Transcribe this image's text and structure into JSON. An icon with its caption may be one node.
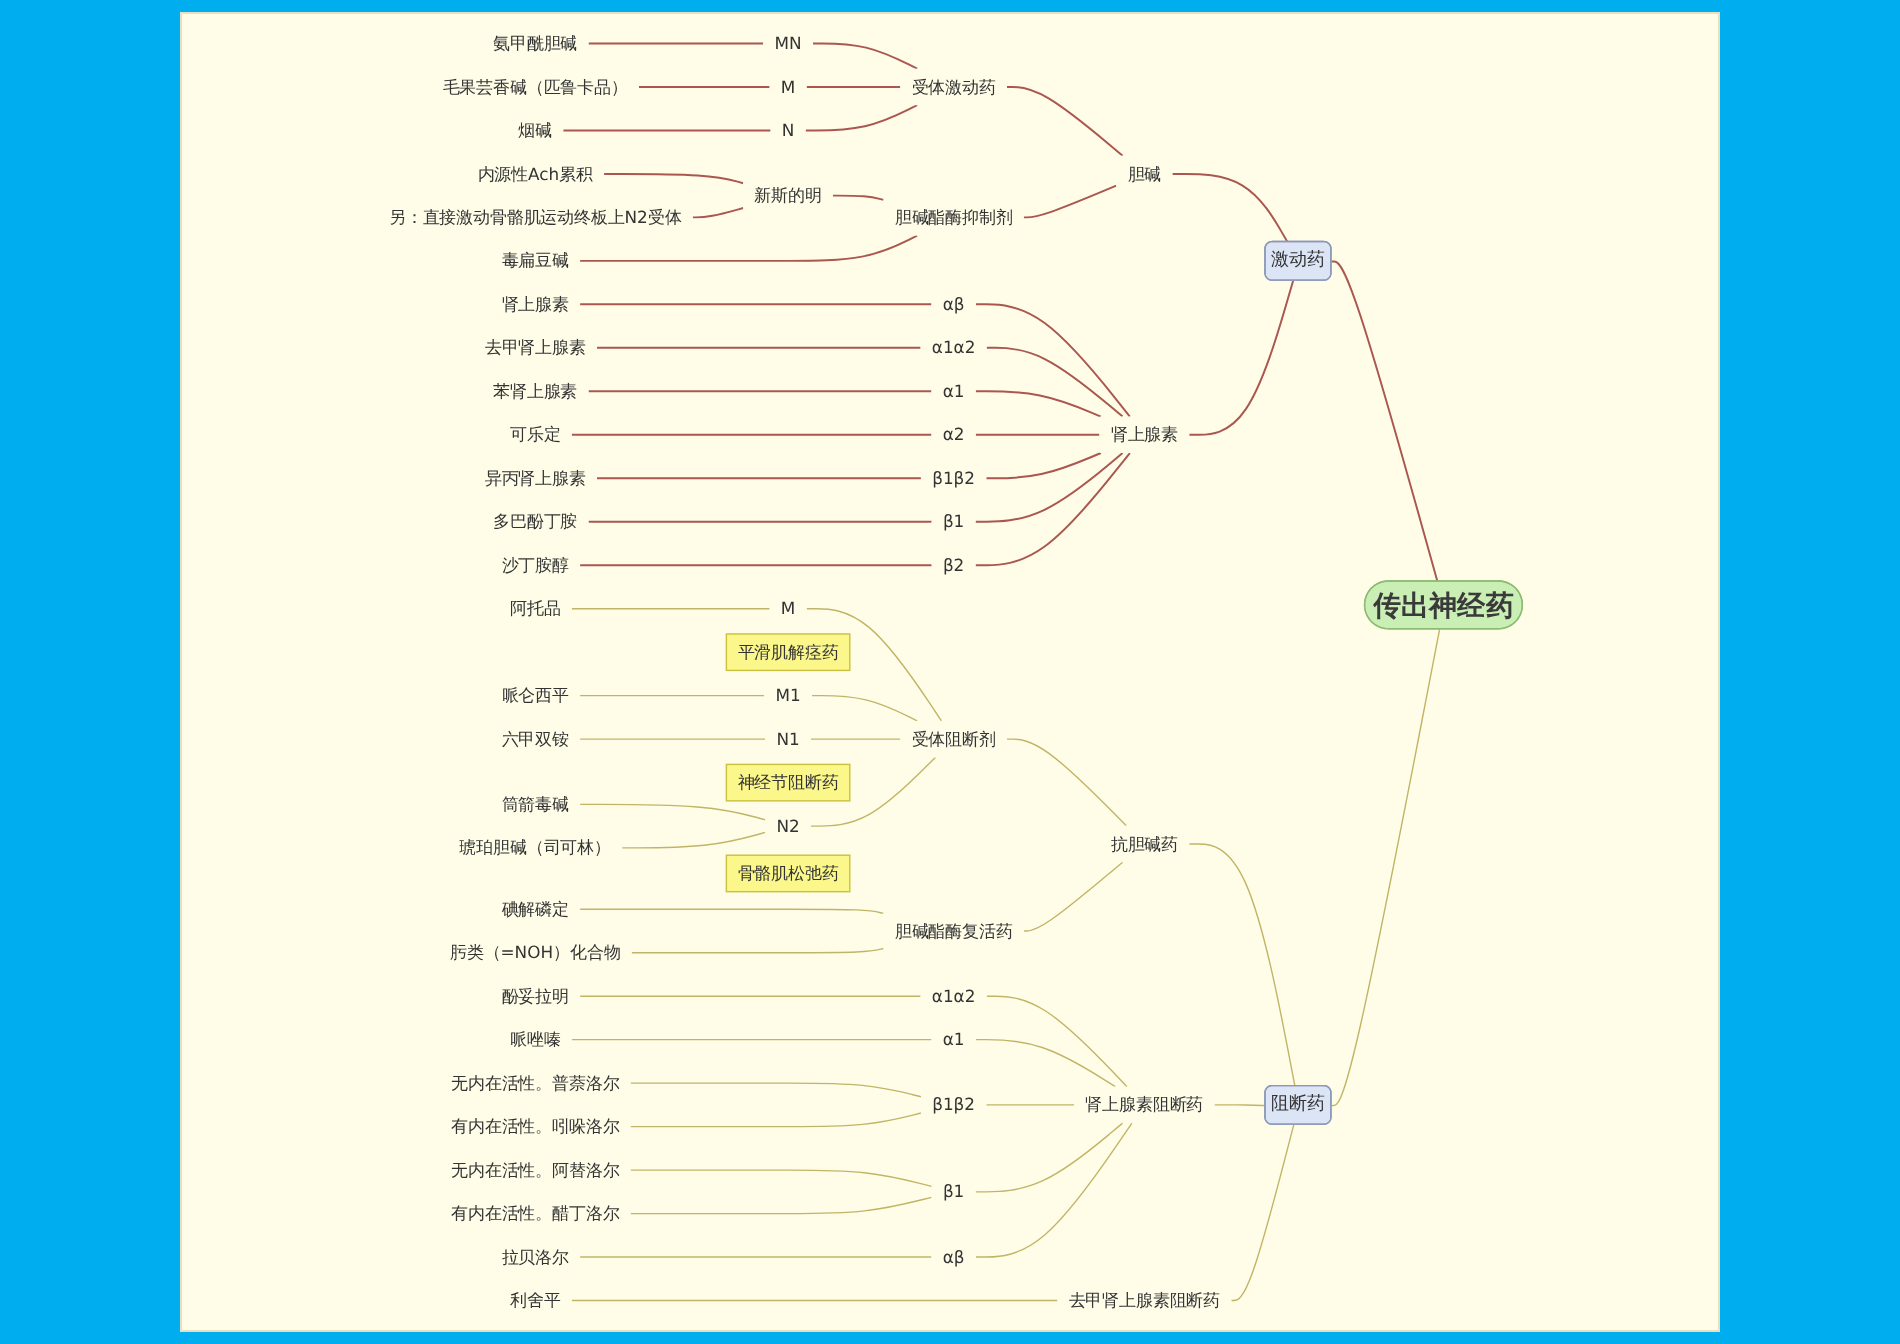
{
  "diagram": {
    "nodes": [
      {
        "text": [
          "传出神经药"
        ]
      },
      {
        "text": [
          "激动药"
        ]
      },
      {
        "text": [
          "胆碱"
        ]
      },
      {
        "text": [
          "受体激动药"
        ]
      },
      {
        "text": [
          "MN"
        ]
      },
      {
        "text": [
          "氨甲酰胆碱"
        ]
      },
      {
        "text": [
          "M"
        ]
      },
      {
        "text": [
          "毛果芸香碱（匹鲁卡品）"
        ]
      },
      {
        "text": [
          "N"
        ]
      },
      {
        "text": [
          "烟碱"
        ]
      },
      {
        "text": [
          "胆碱酯酶抑制剂"
        ]
      },
      {
        "text": [
          "新斯的明"
        ]
      },
      {
        "text": [
          "内源性Ach累积"
        ]
      },
      {
        "text": [
          "另：直接激动骨骼肌运动终板上N2受体"
        ]
      },
      {
        "text": [
          "毒扁豆碱"
        ]
      },
      {
        "text": [
          "肾上腺素"
        ]
      },
      {
        "text": [
          "αβ"
        ]
      },
      {
        "text": [
          "肾上腺素"
        ]
      },
      {
        "text": [
          "α1α2"
        ]
      },
      {
        "text": [
          "去甲肾上腺素"
        ]
      },
      {
        "text": [
          "α1"
        ]
      },
      {
        "text": [
          "苯肾上腺素"
        ]
      },
      {
        "text": [
          "α2"
        ]
      },
      {
        "text": [
          "可乐定"
        ]
      },
      {
        "text": [
          "β1β2"
        ]
      },
      {
        "text": [
          "异丙肾上腺素"
        ]
      },
      {
        "text": [
          "β1"
        ]
      },
      {
        "text": [
          "多巴酚丁胺"
        ]
      },
      {
        "text": [
          "β2"
        ]
      },
      {
        "text": [
          "沙丁胺醇"
        ]
      },
      {
        "text": [
          "阻断药"
        ]
      },
      {
        "text": [
          "抗胆碱药"
        ]
      },
      {
        "text": [
          "受体阻断剂"
        ]
      },
      {
        "text": [
          "M"
        ],
        "beside": [
          "平滑肌解痉药"
        ]
      },
      {
        "text": [
          "阿托品"
        ]
      },
      {
        "text": [
          "M1"
        ]
      },
      {
        "text": [
          "哌仑西平"
        ]
      },
      {
        "text": [
          "N1"
        ],
        "beside": [
          "神经节阻断药"
        ]
      },
      {
        "text": [
          "六甲双铵"
        ]
      },
      {
        "text": [
          "N2"
        ],
        "beside": [
          "骨骼肌松弛药"
        ]
      },
      {
        "text": [
          "筒箭毒碱"
        ]
      },
      {
        "text": [
          "琥珀胆碱（司可林）"
        ]
      },
      {
        "text": [
          "胆碱酯酶复活药"
        ]
      },
      {
        "text": [
          "碘解磷定"
        ]
      },
      {
        "text": [
          "肟类（=NOH）化合物"
        ]
      },
      {
        "text": [
          "肾上腺素阻断药"
        ]
      },
      {
        "text": [
          "α1α2"
        ]
      },
      {
        "text": [
          "酚妥拉明"
        ]
      },
      {
        "text": [
          "α1"
        ]
      },
      {
        "text": [
          "哌唑嗪"
        ]
      },
      {
        "text": [
          "β1β2"
        ]
      },
      {
        "text": [
          "无内在活性。普萘洛尔"
        ]
      },
      {
        "text": [
          "有内在活性。吲哚洛尔"
        ]
      },
      {
        "text": [
          "β1"
        ]
      },
      {
        "text": [
          "无内在活性。阿替洛尔"
        ]
      },
      {
        "text": [
          "有内在活性。醋丁洛尔"
        ]
      },
      {
        "text": [
          "αβ"
        ]
      },
      {
        "text": [
          "拉贝洛尔"
        ]
      },
      {
        "text": [
          "去甲肾上腺素阻断药"
        ]
      },
      {
        "text": [
          "利舍平"
        ]
      }
    ],
    "edges": [
      {
        "from": 0,
        "to": 1,
        "arrow": "none",
        "color": "#a9574f"
      },
      {
        "from": 1,
        "to": 2,
        "arrow": "none",
        "color": "#a9574f"
      },
      {
        "from": 2,
        "to": 3,
        "arrow": "none",
        "color": "#a9574f"
      },
      {
        "from": 3,
        "to": 4,
        "arrow": "none",
        "color": "#a9574f"
      },
      {
        "from": 4,
        "to": 5,
        "arrow": "none",
        "color": "#a9574f"
      },
      {
        "from": 3,
        "to": 6,
        "arrow": "none",
        "color": "#a9574f"
      },
      {
        "from": 6,
        "to": 7,
        "arrow": "none",
        "color": "#a9574f"
      },
      {
        "from": 3,
        "to": 8,
        "arrow": "none",
        "color": "#a9574f"
      },
      {
        "from": 8,
        "to": 9,
        "arrow": "none",
        "color": "#a9574f"
      },
      {
        "from": 2,
        "to": 10,
        "arrow": "none",
        "color": "#a9574f"
      },
      {
        "from": 10,
        "to": 11,
        "arrow": "none",
        "color": "#a9574f"
      },
      {
        "from": 11,
        "to": 12,
        "arrow": "none",
        "color": "#a9574f"
      },
      {
        "from": 11,
        "to": 13,
        "arrow": "none",
        "color": "#a9574f"
      },
      {
        "from": 10,
        "to": 14,
        "arrow": "none",
        "color": "#a9574f"
      },
      {
        "from": 1,
        "to": 15,
        "arrow": "none",
        "color": "#a9574f"
      },
      {
        "from": 15,
        "to": 16,
        "arrow": "none",
        "color": "#a9574f"
      },
      {
        "from": 16,
        "to": 17,
        "arrow": "none",
        "color": "#a9574f"
      },
      {
        "from": 15,
        "to": 18,
        "arrow": "none",
        "color": "#a9574f"
      },
      {
        "from": 18,
        "to": 19,
        "arrow": "none",
        "color": "#a9574f"
      },
      {
        "from": 15,
        "to": 20,
        "arrow": "none",
        "color": "#a9574f"
      },
      {
        "from": 20,
        "to": 21,
        "arrow": "none",
        "color": "#a9574f"
      },
      {
        "from": 15,
        "to": 22,
        "arrow": "none",
        "color": "#a9574f"
      },
      {
        "from": 22,
        "to": 23,
        "arrow": "none",
        "color": "#a9574f"
      },
      {
        "from": 15,
        "to": 24,
        "arrow": "none",
        "color": "#a9574f"
      },
      {
        "from": 24,
        "to": 25,
        "arrow": "none",
        "color": "#a9574f"
      },
      {
        "from": 15,
        "to": 26,
        "arrow": "none",
        "color": "#a9574f"
      },
      {
        "from": 26,
        "to": 27,
        "arrow": "none",
        "color": "#a9574f"
      },
      {
        "from": 15,
        "to": 28,
        "arrow": "none",
        "color": "#a9574f"
      },
      {
        "from": 28,
        "to": 29,
        "arrow": "none",
        "color": "#a9574f"
      },
      {
        "from": 0,
        "to": 30,
        "arrow": "none"
      },
      {
        "from": 30,
        "to": 31,
        "arrow": "none"
      },
      {
        "from": 31,
        "to": 32,
        "arrow": "none"
      },
      {
        "from": 32,
        "to": 33,
        "arrow": "none"
      },
      {
        "from": 33,
        "to": 34,
        "arrow": "none"
      },
      {
        "from": 32,
        "to": 35,
        "arrow": "none"
      },
      {
        "from": 35,
        "to": 36,
        "arrow": "none"
      },
      {
        "from": 32,
        "to": 37,
        "arrow": "none"
      },
      {
        "from": 37,
        "to": 38,
        "arrow": "none"
      },
      {
        "from": 32,
        "to": 39,
        "arrow": "none"
      },
      {
        "from": 39,
        "to": 40,
        "arrow": "none"
      },
      {
        "from": 39,
        "to": 41,
        "arrow": "none"
      },
      {
        "from": 31,
        "to": 42,
        "arrow": "none"
      },
      {
        "from": 42,
        "to": 43,
        "arrow": "none"
      },
      {
        "from": 42,
        "to": 44,
        "arrow": "none"
      },
      {
        "from": 30,
        "to": 45,
        "arrow": "none"
      },
      {
        "from": 45,
        "to": 46,
        "arrow": "none"
      },
      {
        "from": 46,
        "to": 47,
        "arrow": "none"
      },
      {
        "from": 45,
        "to": 48,
        "arrow": "none"
      },
      {
        "from": 48,
        "to": 49,
        "arrow": "none"
      },
      {
        "from": 45,
        "to": 50,
        "arrow": "none"
      },
      {
        "from": 50,
        "to": 51,
        "arrow": "none"
      },
      {
        "from": 50,
        "to": 52,
        "arrow": "none"
      },
      {
        "from": 45,
        "to": 53,
        "arrow": "none"
      },
      {
        "from": 53,
        "to": 54,
        "arrow": "none"
      },
      {
        "from": 53,
        "to": 55,
        "arrow": "none"
      },
      {
        "from": 45,
        "to": 56,
        "arrow": "none"
      },
      {
        "from": 56,
        "to": 57,
        "arrow": "none"
      },
      {
        "from": 30,
        "to": 58,
        "arrow": "none"
      },
      {
        "from": 58,
        "to": 59,
        "arrow": "none"
      }
    ]
  }
}
